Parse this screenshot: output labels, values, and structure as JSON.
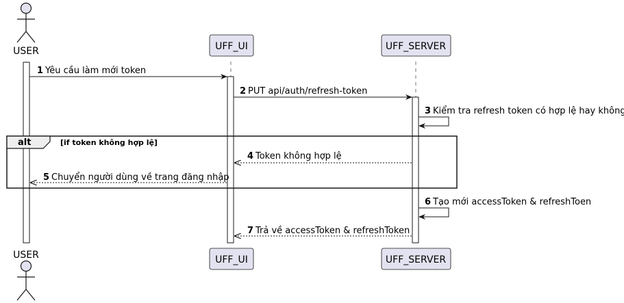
{
  "participants": [
    {
      "id": "user",
      "name": "USER",
      "kind": "actor"
    },
    {
      "id": "ui",
      "name": "UFF_UI",
      "kind": "participant"
    },
    {
      "id": "server",
      "name": "UFF_SERVER",
      "kind": "participant"
    }
  ],
  "messages": [
    {
      "num": "1",
      "text": "Yêu cầu làm mới token",
      "from": "user",
      "to": "ui",
      "style": "solid"
    },
    {
      "num": "2",
      "text": "PUT api/auth/refresh-token",
      "from": "ui",
      "to": "server",
      "style": "solid"
    },
    {
      "num": "3",
      "text": "Kiểm tra refresh token có hợp lệ hay không",
      "from": "server",
      "to": "server",
      "style": "self"
    },
    {
      "num": "4",
      "text": "Token không hợp lệ",
      "from": "server",
      "to": "ui",
      "style": "dashed"
    },
    {
      "num": "5",
      "text": "Chuyển người dùng về trang đăng nhập",
      "from": "ui",
      "to": "user",
      "style": "dashed"
    },
    {
      "num": "6",
      "text": "Tạo mới accessToken & refreshToen",
      "from": "server",
      "to": "server",
      "style": "self"
    },
    {
      "num": "7",
      "text": "Trả về accessToken & refreshToken",
      "from": "server",
      "to": "ui",
      "style": "dashed"
    }
  ],
  "fragment": {
    "operator": "alt",
    "condition": "[if token không hợp lệ]"
  },
  "colors": {
    "participant_fill": "#E2E2F0",
    "participant_stroke": "#181818",
    "lifeline": "#181818",
    "line": "#181818"
  }
}
